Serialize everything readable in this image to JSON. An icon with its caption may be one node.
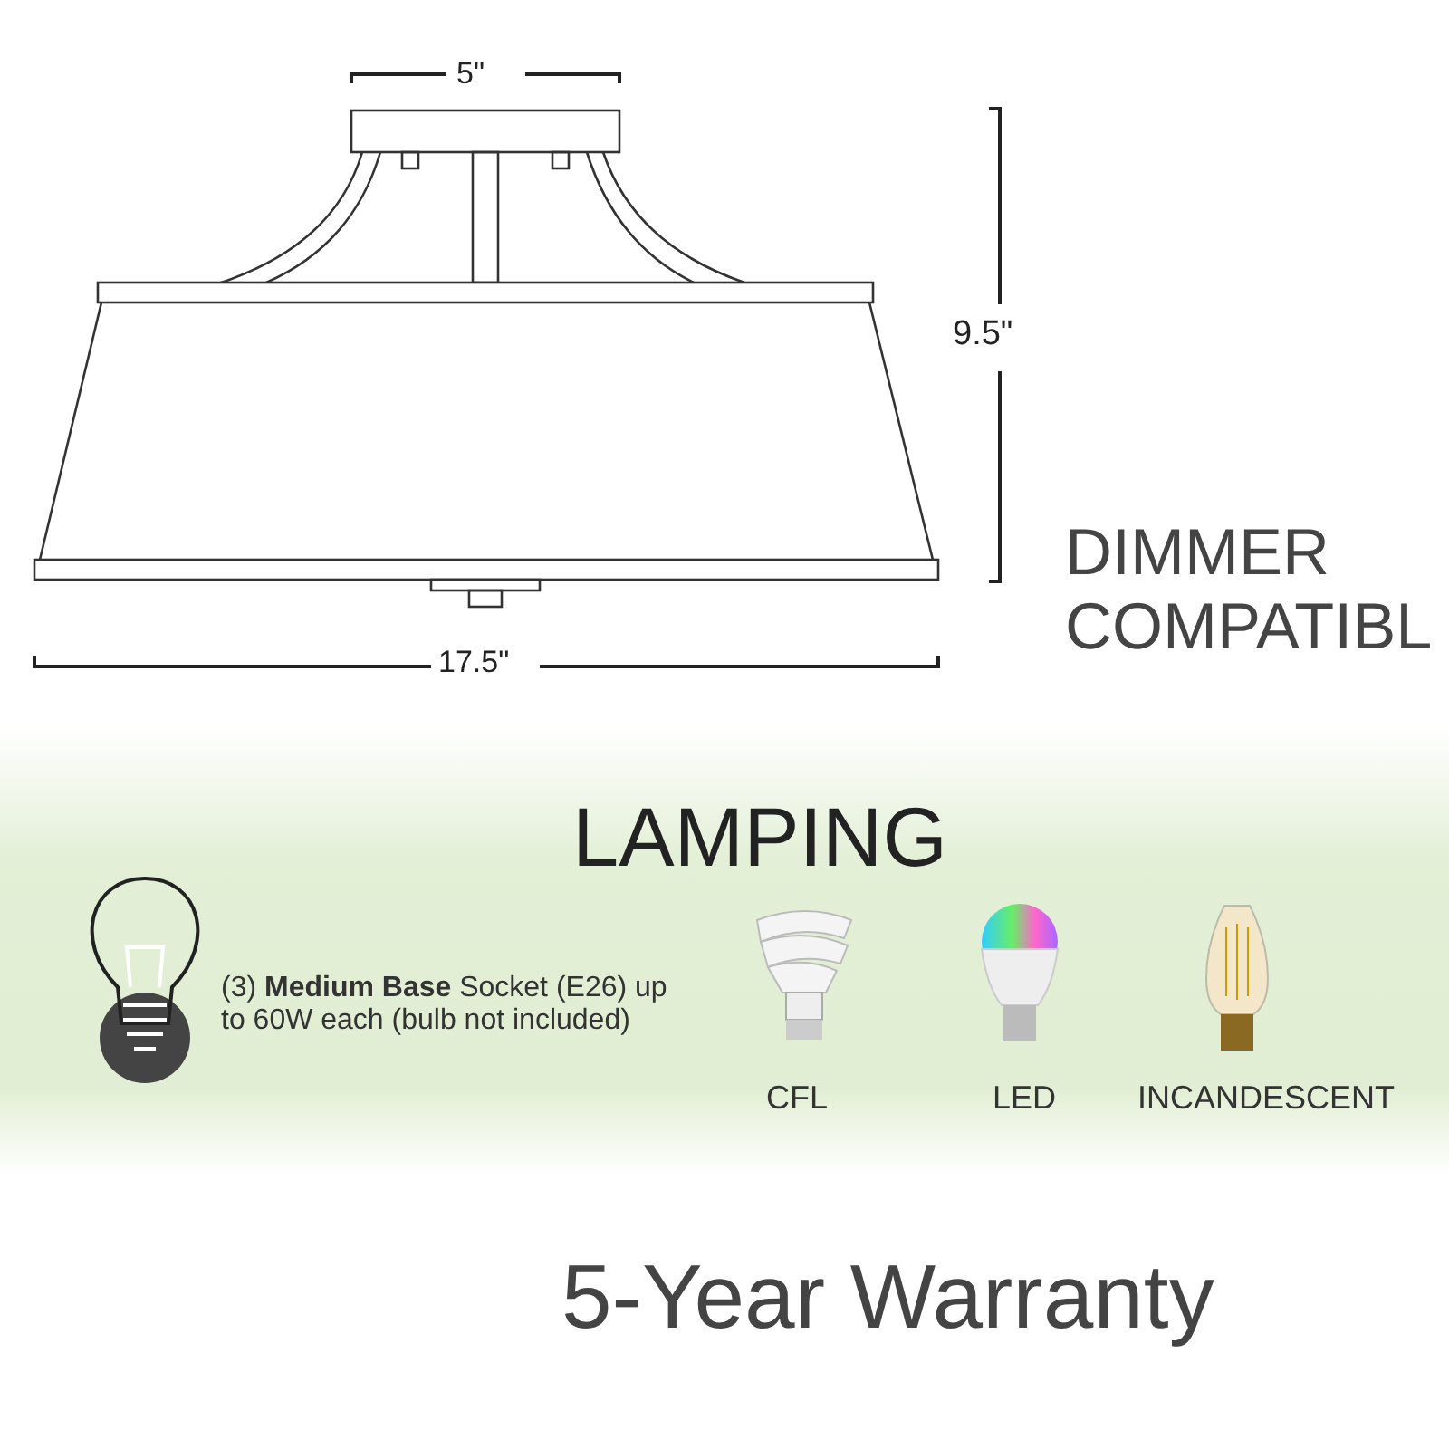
{
  "diagram": {
    "labels": [
      "5\"",
      "9.5\"",
      "17.5\"",
      "DIMMER COMPATIBL",
      "LAMPING",
      "(3) **Medium Base** Socket (E26) up to 60W each (bulb not included)",
      "CFL",
      "LED",
      "INCANDESCENT",
      "5-Year Warranty"
    ]
  }
}
